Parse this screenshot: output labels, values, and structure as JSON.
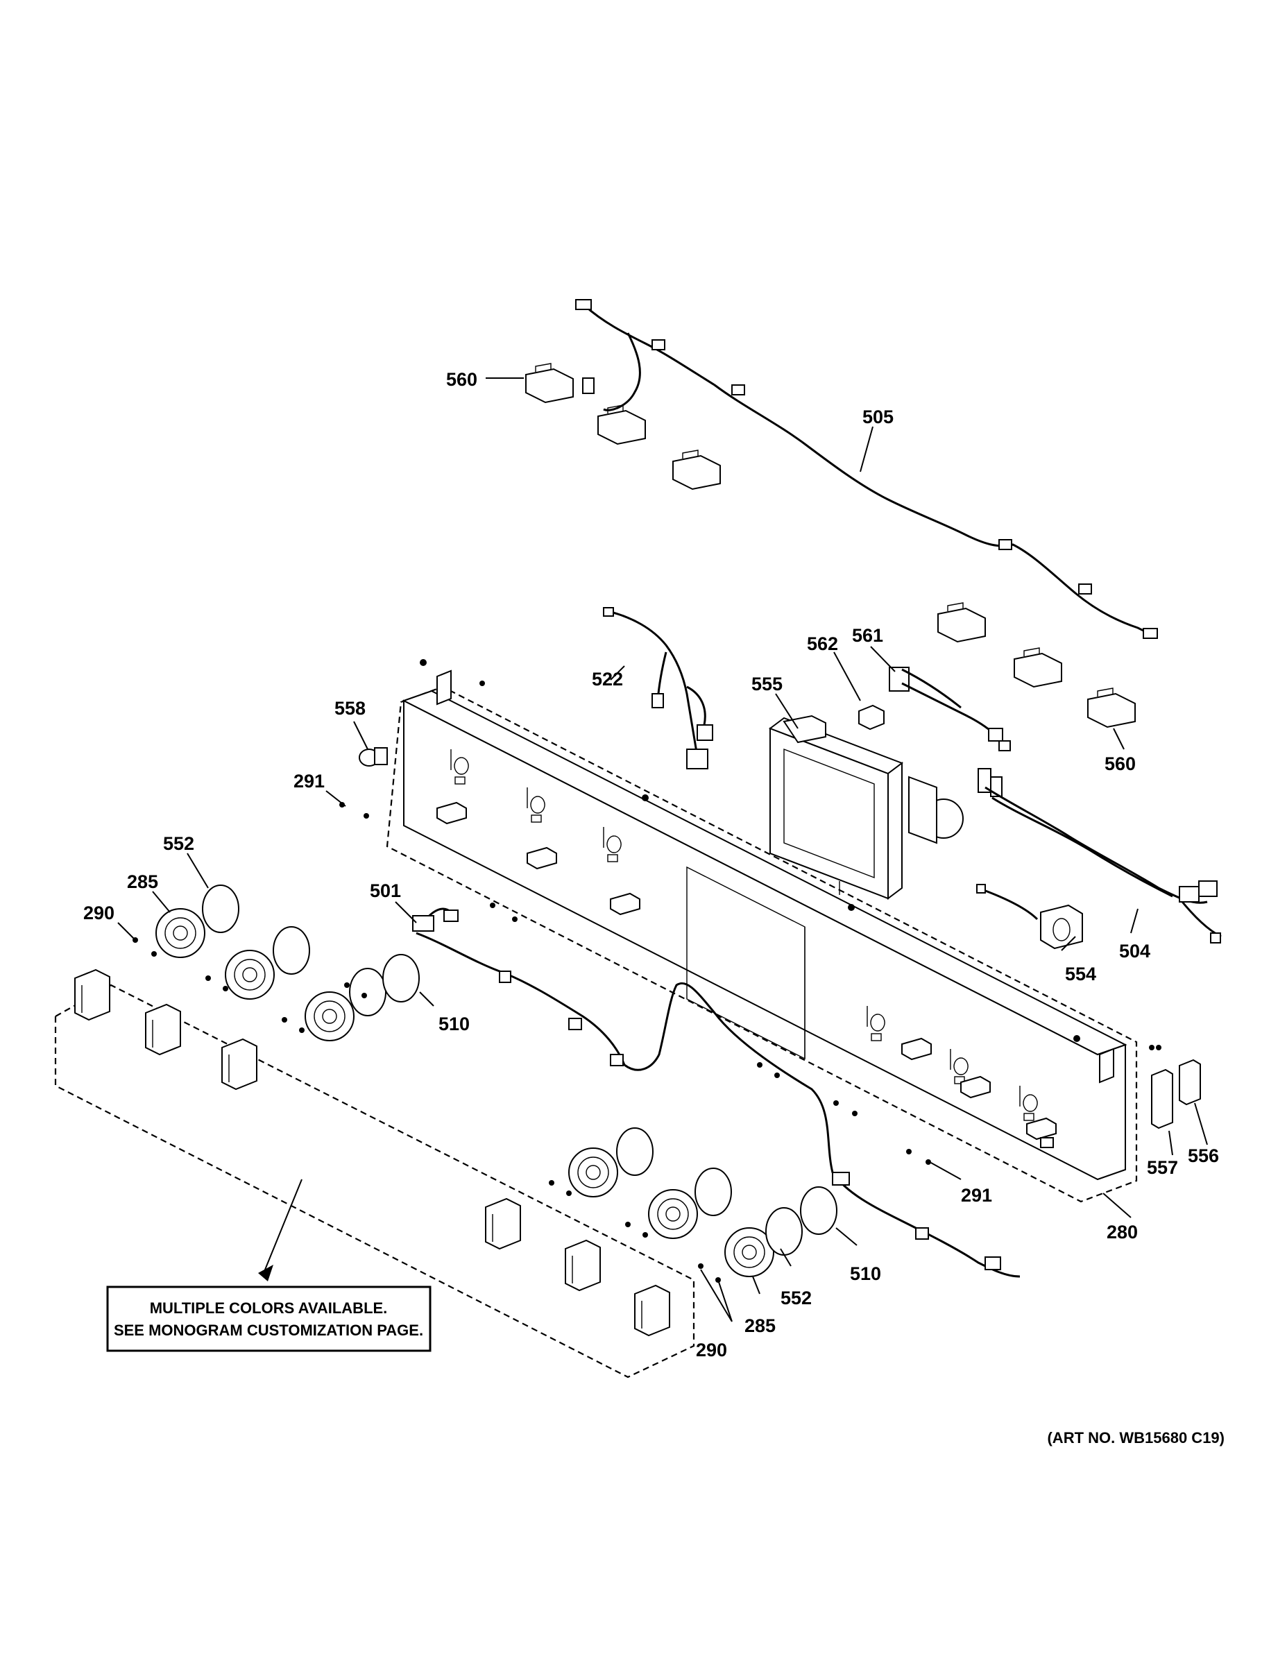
{
  "callouts": {
    "c560a": "560",
    "c505": "505",
    "c522": "522",
    "c555": "555",
    "c562": "562",
    "c561": "561",
    "c560b": "560",
    "c558": "558",
    "c291a": "291",
    "c552a": "552",
    "c285a": "285",
    "c290a": "290",
    "c501": "501",
    "c510a": "510",
    "c554": "554",
    "c504": "504",
    "c557": "557",
    "c556": "556",
    "c291b": "291",
    "c280": "280",
    "c510b": "510",
    "c552b": "552",
    "c285b": "285",
    "c290b": "290"
  },
  "note": {
    "line1": "MULTIPLE COLORS AVAILABLE.",
    "line2": "SEE MONOGRAM CUSTOMIZATION PAGE."
  },
  "art_number": "(ART NO. WB15680 C19)"
}
